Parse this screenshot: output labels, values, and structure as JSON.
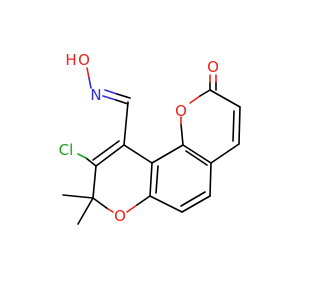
{
  "atoms": {
    "hydroxyl_o": "O",
    "hydroxyl_h": "H",
    "oxime_n": "N",
    "ring_o_pyranone": "O",
    "carbonyl_o": "O",
    "chloro": "Cl",
    "ring_o_chromene": "O"
  },
  "colors": {
    "carbon_bond": "#000000",
    "oxygen": "#e8231b",
    "nitrogen": "#2b2fd8",
    "chlorine": "#1f9f1f"
  }
}
